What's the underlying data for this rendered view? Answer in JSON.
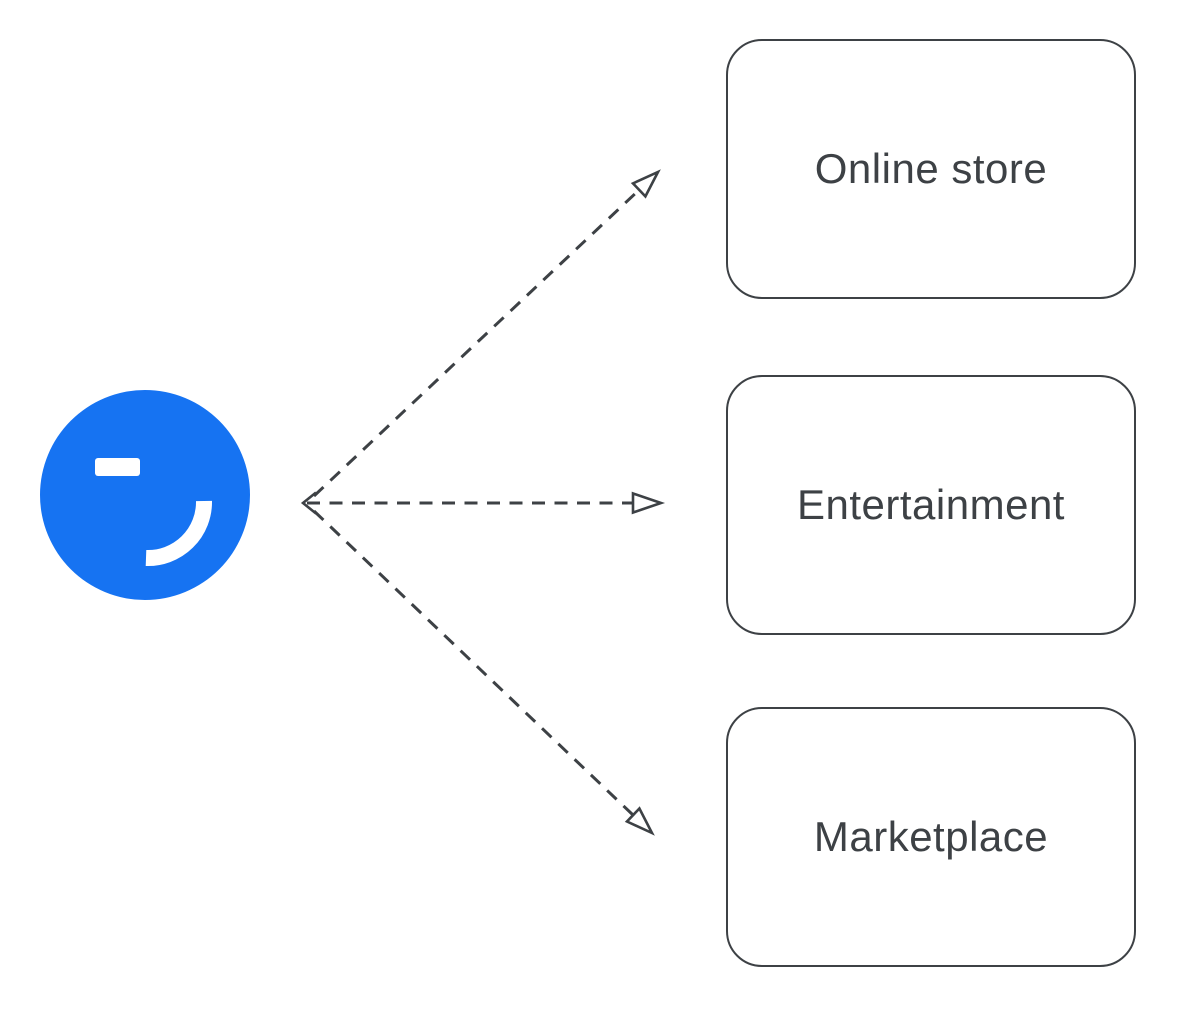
{
  "diagram": {
    "center_node": {
      "icon": "winking-smiley-icon",
      "fill_color": "#1673F2",
      "face_color": "#FFFFFF"
    },
    "nodes": [
      {
        "id": "online-store",
        "label": "Online store"
      },
      {
        "id": "entertainment",
        "label": "Entertainment"
      },
      {
        "id": "marketplace",
        "label": "Marketplace"
      }
    ],
    "edges": [
      {
        "from": "winking-smiley",
        "to": "online-store",
        "line_style": "dashed",
        "head": "open-triangle"
      },
      {
        "from": "winking-smiley",
        "to": "entertainment",
        "line_style": "dashed",
        "head": "open-triangle",
        "tail": "open-chevron"
      },
      {
        "from": "winking-smiley",
        "to": "marketplace",
        "line_style": "dashed",
        "head": "open-triangle"
      }
    ],
    "colors": {
      "accent_blue": "#1673F2",
      "stroke_gray": "#3D4145",
      "background": "#FFFFFF"
    }
  }
}
